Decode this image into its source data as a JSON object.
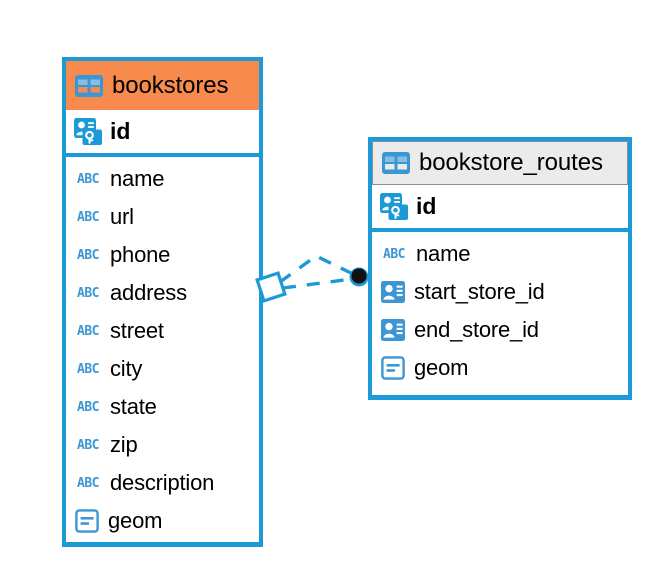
{
  "diagram": {
    "type": "entity-relationship-diagram",
    "background_color": "#ffffff",
    "accent_color": "#1b9ad7",
    "highlight_header_color": "#f78b4e",
    "neutral_header_color": "#ebebeb"
  },
  "tables": [
    {
      "name": "bookstores",
      "header_icon": "table-icon",
      "header_style": "highlighted",
      "primary_key": {
        "label": "id",
        "icon": "primary-key-icon"
      },
      "fields": [
        {
          "label": "name",
          "icon": "abc-text-icon"
        },
        {
          "label": "url",
          "icon": "abc-text-icon"
        },
        {
          "label": "phone",
          "icon": "abc-text-icon"
        },
        {
          "label": "address",
          "icon": "abc-text-icon"
        },
        {
          "label": "street",
          "icon": "abc-text-icon"
        },
        {
          "label": "city",
          "icon": "abc-text-icon"
        },
        {
          "label": "state",
          "icon": "abc-text-icon"
        },
        {
          "label": "zip",
          "icon": "abc-text-icon"
        },
        {
          "label": "description",
          "icon": "abc-text-icon"
        },
        {
          "label": "geom",
          "icon": "geometry-icon"
        }
      ]
    },
    {
      "name": "bookstore_routes",
      "header_icon": "table-icon",
      "header_style": "neutral",
      "primary_key": {
        "label": "id",
        "icon": "primary-key-icon"
      },
      "fields": [
        {
          "label": "name",
          "icon": "abc-text-icon"
        },
        {
          "label": "start_store_id",
          "icon": "foreign-key-icon"
        },
        {
          "label": "end_store_id",
          "icon": "foreign-key-icon"
        },
        {
          "label": "geom",
          "icon": "geometry-icon"
        }
      ]
    }
  ],
  "relationship": {
    "style": "dashed",
    "color": "#1b9ad7",
    "source_marker": "diamond-outline",
    "target_marker": "filled-circle",
    "branches": 2
  }
}
